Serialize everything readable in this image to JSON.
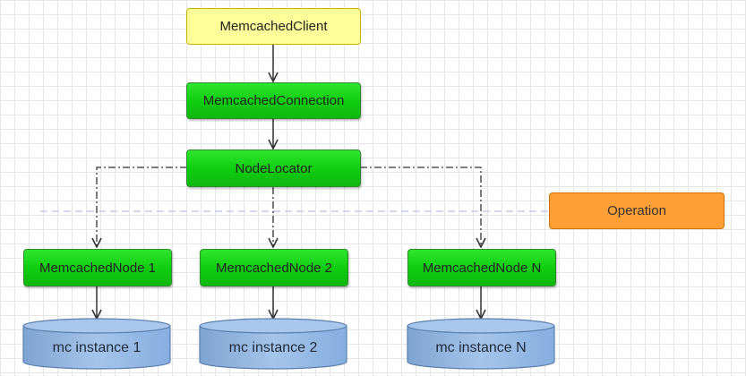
{
  "diagram": {
    "client": "MemcachedClient",
    "connection": "MemcachedConnection",
    "locator": "NodeLocator",
    "operation": "Operation",
    "nodes": [
      "MemcachedNode 1",
      "MemcachedNode 2",
      "MemcachedNode N"
    ],
    "instances": [
      "mc instance 1",
      "mc instance 2",
      "mc instance N"
    ]
  },
  "colors": {
    "client_fill": "#ffff99",
    "node_fill": "#16d416",
    "operation_fill": "#ff9f35",
    "instance_fill": "#8fb3dc",
    "divider": "#c8c8ee",
    "arrow": "#333333"
  }
}
